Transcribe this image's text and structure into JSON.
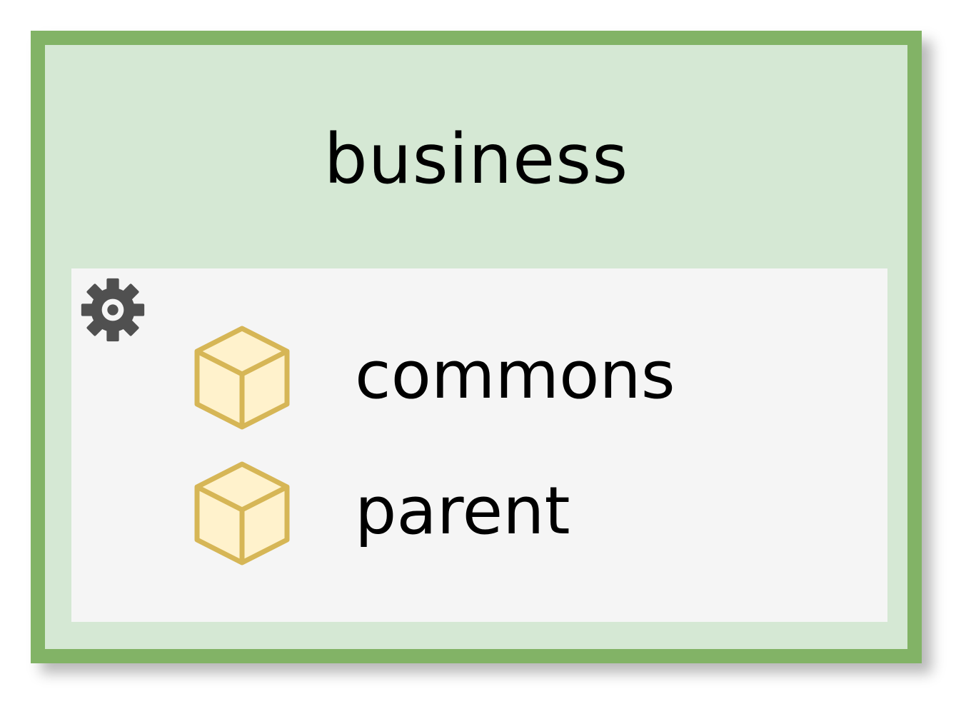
{
  "diagram": {
    "title": "business",
    "colors": {
      "outer_fill": "#d5e8d4",
      "outer_stroke": "#82b366",
      "inner_fill": "#f5f5f5",
      "cube_fill": "#fff2cc",
      "cube_stroke": "#d6b656",
      "gear": "#505050"
    },
    "panel_icon": "gear-icon",
    "modules": [
      {
        "label": "commons",
        "icon": "package-cube-icon"
      },
      {
        "label": "parent",
        "icon": "package-cube-icon"
      }
    ]
  }
}
